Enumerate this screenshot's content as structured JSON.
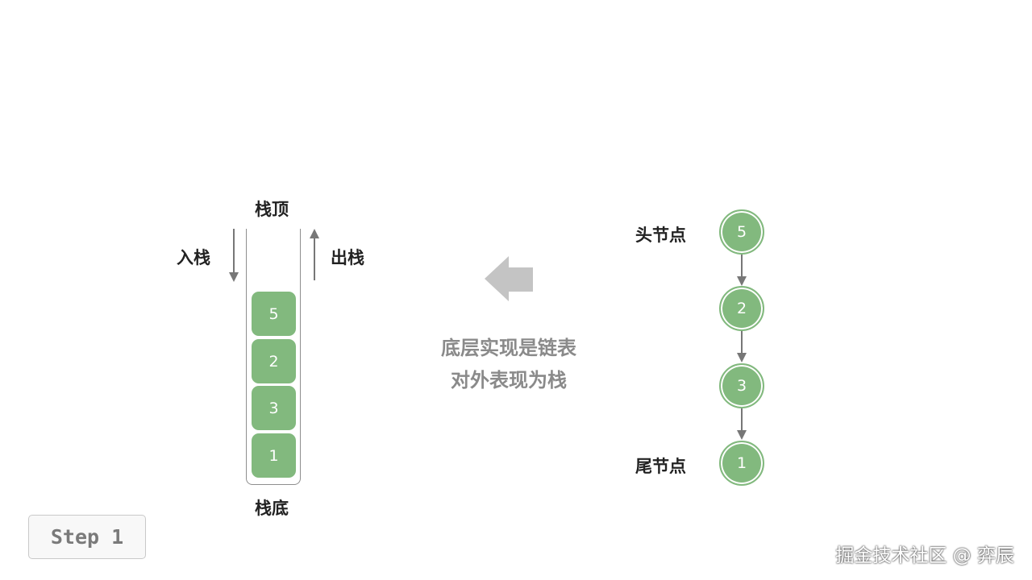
{
  "stack": {
    "top_label": "栈顶",
    "bottom_label": "栈底",
    "push_label": "入栈",
    "pop_label": "出栈",
    "items": [
      "5",
      "2",
      "3",
      "1"
    ]
  },
  "caption": {
    "line1": "底层实现是链表",
    "line2": "对外表现为栈"
  },
  "linked_list": {
    "head_label": "头节点",
    "tail_label": "尾节点",
    "nodes": [
      "5",
      "2",
      "3",
      "1"
    ]
  },
  "step_label": "Step 1",
  "watermark": "掘金技术社区 @ 弈辰",
  "colors": {
    "node_green": "#82b97e",
    "arrow_gray": "#777777",
    "big_arrow_gray": "#c4c4c4",
    "caption_gray": "#8a8a8a"
  },
  "icons": {
    "push": "arrow-down-icon",
    "pop": "arrow-up-icon",
    "transform": "big-left-arrow-icon"
  }
}
